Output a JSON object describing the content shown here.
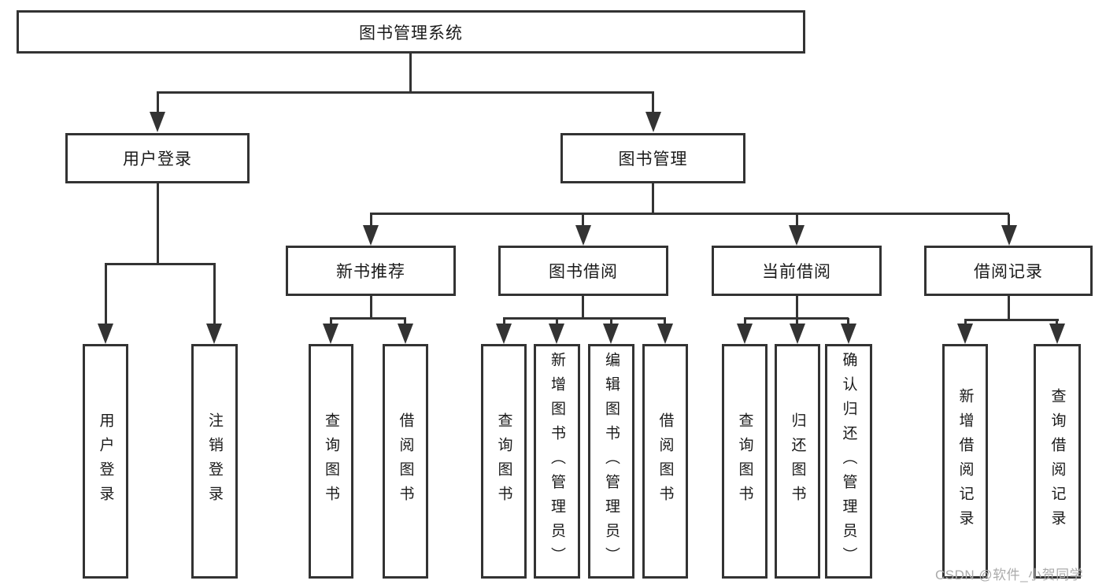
{
  "nodes": {
    "root": "图书管理系统",
    "user_login": "用户登录",
    "book_mgmt": "图书管理",
    "leaf_user_login": "用户登录",
    "leaf_logout": "注销登录",
    "new_book_rec": "新书推荐",
    "book_borrow": "图书借阅",
    "current_borrow": "当前借阅",
    "borrow_record": "借阅记录",
    "nbr_query_book": "查询图书",
    "nbr_borrow_book": "借阅图书",
    "bb_query_book": "查询图书",
    "bb_add_book": "新增图书（管理员）",
    "bb_edit_book": "编辑图书（管理员）",
    "bb_borrow_book": "借阅图书",
    "cb_query_book": "查询图书",
    "cb_return_book": "归还图书",
    "cb_confirm_return": "确认归还（管理员）",
    "br_add_record": "新增借阅记录",
    "br_query_record": "查询借阅记录"
  },
  "watermark": "CSDN @软件_小贺同学",
  "colors": {
    "line": "#333333",
    "text": "#1a1a1a",
    "watermark": "#ababab",
    "background": "#ffffff"
  }
}
